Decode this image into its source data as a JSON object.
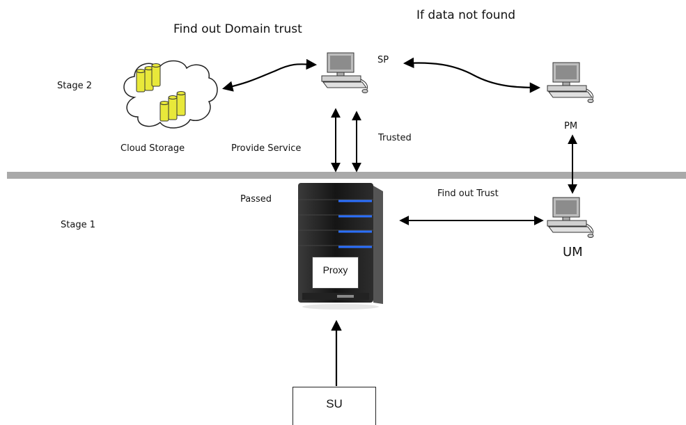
{
  "labels": {
    "find_domain_trust": "Find out Domain trust",
    "if_data_not_found": "If data not found",
    "stage2": "Stage 2",
    "stage1": "Stage 1",
    "sp": "SP",
    "pm": "PM",
    "um": "UM",
    "cloud_storage": "Cloud Storage",
    "provide_service": "Provide Service",
    "trusted": "Trusted",
    "passed": "Passed",
    "find_out_trust": "Find out Trust",
    "proxy": "Proxy",
    "su": "SU"
  },
  "colors": {
    "divider": "#a9a9a9",
    "database_yellow": "#e8e83a",
    "server_body": "#1c1c1c",
    "server_led": "#2a6fff",
    "monitor_screen": "#8c8c8c"
  },
  "icons": {
    "cloud": "cloud-storage-icon",
    "computer": "computer-icon",
    "server": "server-icon"
  }
}
